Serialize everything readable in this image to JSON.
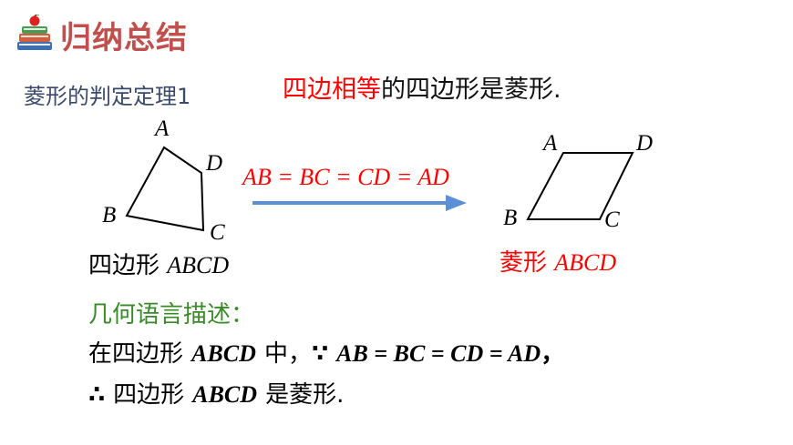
{
  "header": {
    "title": "归纳总结",
    "icon": "books-apple-icon"
  },
  "theorem": {
    "label": "菱形的判定定理1",
    "statement_red": "四边相等",
    "statement_rest": "的四边形是菱形."
  },
  "figure_left": {
    "points": {
      "A": "A",
      "B": "B",
      "C": "C",
      "D": "D"
    },
    "caption_cn": "四边形",
    "caption_name": "ABCD"
  },
  "arrow": {
    "condition": "AB = BC = CD = AD"
  },
  "figure_right": {
    "points": {
      "A": "A",
      "B": "B",
      "C": "C",
      "D": "D"
    },
    "caption_cn": "菱形",
    "caption_name": "ABCD"
  },
  "description": {
    "title": "几何语言描述：",
    "line1_pre": "在四边形",
    "line1_name": "ABCD",
    "line1_mid": "中，",
    "line1_because": "∵",
    "line1_eq": "AB = BC = CD = AD",
    "line1_end": "，",
    "line2_therefore": "∴",
    "line2_pre": "四边形",
    "line2_name": "ABCD",
    "line2_end": "是菱形."
  },
  "colors": {
    "title": "#c0504d",
    "red": "#ff0000",
    "green": "#3a8a2a",
    "arrow": "#5b8fd6"
  }
}
